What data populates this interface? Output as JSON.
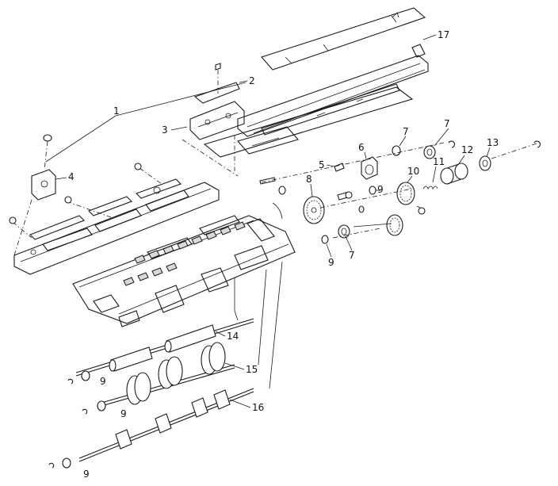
{
  "callouts": [
    {
      "id": "c1",
      "label": "1"
    },
    {
      "id": "c2",
      "label": "2"
    },
    {
      "id": "c3",
      "label": "3"
    },
    {
      "id": "c4",
      "label": "4"
    },
    {
      "id": "c5",
      "label": "5"
    },
    {
      "id": "c6",
      "label": "6"
    },
    {
      "id": "c7a",
      "label": "7"
    },
    {
      "id": "c7b",
      "label": "7"
    },
    {
      "id": "c7c",
      "label": "7"
    },
    {
      "id": "c8",
      "label": "8"
    },
    {
      "id": "c9a",
      "label": "9"
    },
    {
      "id": "c9b",
      "label": "9"
    },
    {
      "id": "c9c",
      "label": "9"
    },
    {
      "id": "c9d",
      "label": "9"
    },
    {
      "id": "c9e",
      "label": "9"
    },
    {
      "id": "c10",
      "label": "10"
    },
    {
      "id": "c11",
      "label": "11"
    },
    {
      "id": "c12",
      "label": "12"
    },
    {
      "id": "c13",
      "label": "13"
    },
    {
      "id": "c14",
      "label": "14"
    },
    {
      "id": "c15",
      "label": "15"
    },
    {
      "id": "c16",
      "label": "16"
    },
    {
      "id": "c17",
      "label": "17"
    }
  ]
}
